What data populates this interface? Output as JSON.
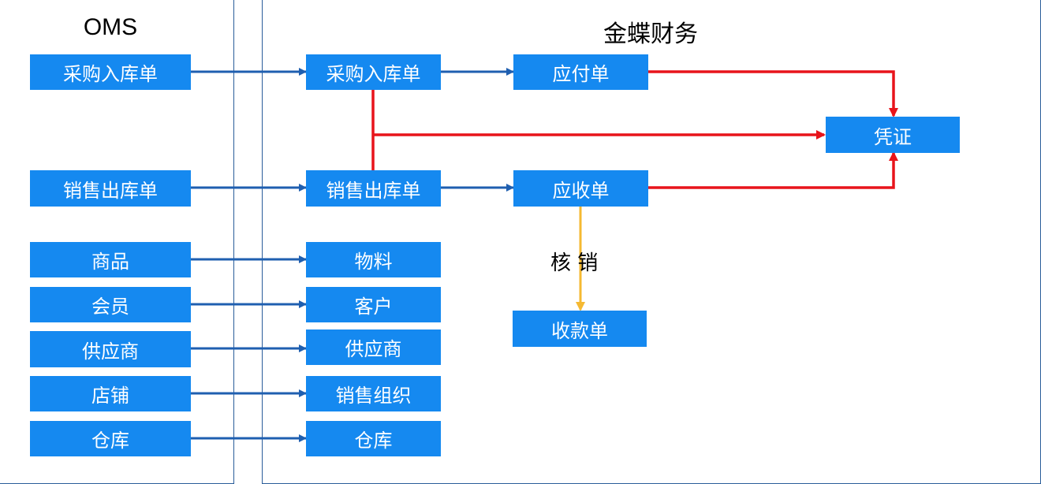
{
  "panels": {
    "oms_title": "OMS",
    "kingdee_title": "金蝶财务"
  },
  "oms": {
    "purchase_in": "采购入库单",
    "sales_out": "销售出库单",
    "product": "商品",
    "member": "会员",
    "supplier": "供应商",
    "store": "店铺",
    "warehouse": "仓库"
  },
  "kingdee": {
    "purchase_in": "采购入库单",
    "payable": "应付单",
    "voucher": "凭证",
    "sales_out": "销售出库单",
    "receivable": "应收单",
    "material": "物料",
    "customer": "客户",
    "supplier": "供应商",
    "sales_org": "销售组织",
    "warehouse": "仓库",
    "receipt": "收款单"
  },
  "edges": {
    "write_off_label": "核 销"
  },
  "colors": {
    "box_fill": "#1589f0",
    "panel_border": "#2a5d9a",
    "sync_arrow": "#1f5fb0",
    "voucher_arrow": "#e8141b",
    "write_off_arrow": "#f5b932"
  }
}
